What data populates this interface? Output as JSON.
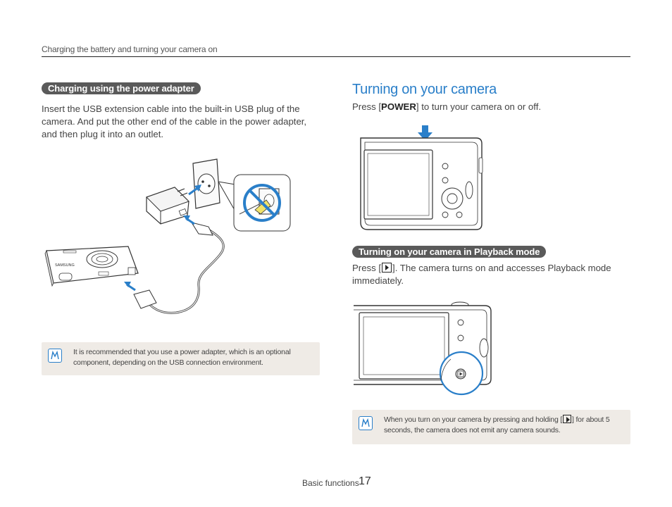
{
  "header": {
    "running_title": "Charging the battery and turning your camera on"
  },
  "left": {
    "section_label": "Charging using the power adapter",
    "instructions": "Insert the USB extension cable into the built-in USB plug of the camera. And put the other end of the cable in the power adapter, and then plug it into an outlet.",
    "illustration_text": "SAMSUNG",
    "note": "It is recommended that you use a power adapter, which is an optional component, depending on the USB connection environment."
  },
  "right": {
    "title": "Turning on your camera",
    "press_prefix": "Press [",
    "power_key": "POWER",
    "press_suffix": "] to turn your camera on or off.",
    "playback_label": "Turning on your camera in Playback mode",
    "playback_prefix": "Press [",
    "playback_suffix": "]. The camera turns on and accesses Playback mode immediately.",
    "note_prefix": "When you turn on your camera by pressing and holding [",
    "note_suffix": "] for about 5 seconds, the camera does not emit any camera sounds."
  },
  "footer": {
    "label": "Basic functions",
    "page_number": "17"
  },
  "colors": {
    "accent": "#2a7fc9",
    "pill_bg": "#5a5a5a",
    "note_bg": "#efebe6"
  },
  "icons": [
    "note-icon",
    "playback-key-icon",
    "arrow-icon",
    "no-symbol-icon"
  ]
}
